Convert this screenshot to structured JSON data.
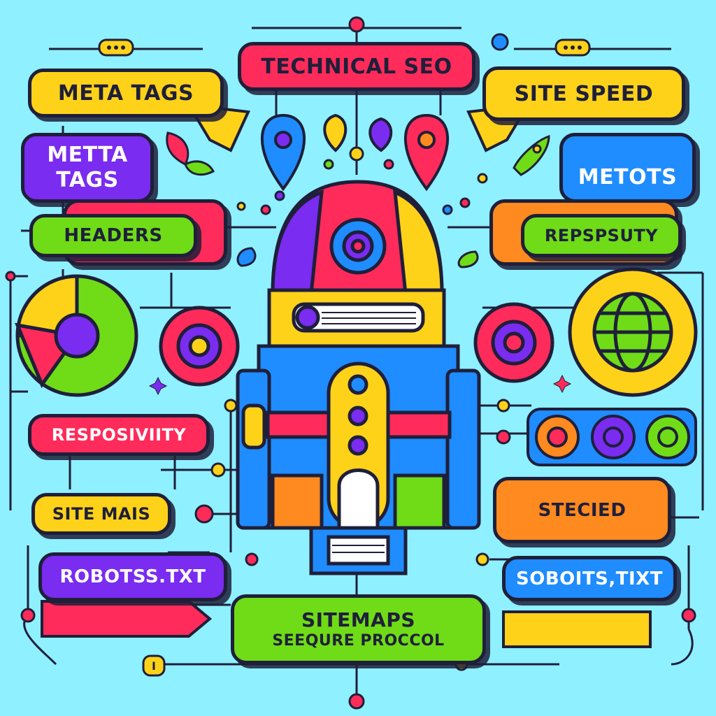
{
  "diagram": {
    "title": "TECHNICAL SEO",
    "left_labels": {
      "meta_tags_top": "META TAGS",
      "meta_tags_second": "METTA\nTAGS",
      "headers": "HEADERS",
      "responsivity": "RESPOSIVIITY",
      "site_maps": "SITE MAIS",
      "robots": "ROBOTSS.TXT"
    },
    "right_labels": {
      "site_speed": "SITE SPEED",
      "metots": "METOTS",
      "repspsuty": "REPSPSUTY",
      "stecied": "STECIED",
      "soboits": "SOBOITS,TIXT"
    },
    "bottom_labels": {
      "sitemaps": "SITEMAPS",
      "secure_protocol": "SEEQURE PROCCOL"
    },
    "bottom_counter": "I"
  },
  "colors": {
    "background": "#8ff0ff",
    "outline": "#1f1f3a",
    "yellow": "#ffd21a",
    "red": "#ff2b5a",
    "purple": "#7a2cf0",
    "blue": "#1f8cff",
    "green": "#6fdc17",
    "orange": "#ff8a1f"
  },
  "icons": [
    "gear-icon",
    "map-pin-icon",
    "leaf-icon",
    "globe-icon",
    "rocket-icon",
    "building-icon",
    "sparkle-icon"
  ]
}
